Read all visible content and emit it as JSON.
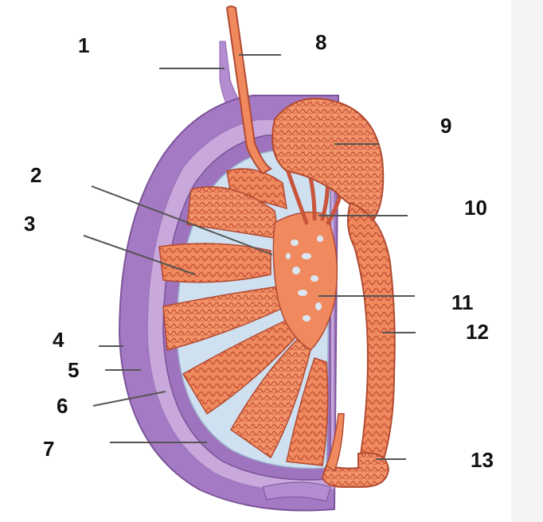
{
  "colors": {
    "tunica_outer": "#a47ac4",
    "tunica_light": "#c9a8dc",
    "cavity": "#cfe0f0",
    "tubule": "#f08a5e",
    "tubule_dark": "#c9543a",
    "leader": "#555555"
  },
  "labels": [
    {
      "id": "1",
      "text": "1"
    },
    {
      "id": "2",
      "text": "2"
    },
    {
      "id": "3",
      "text": "3"
    },
    {
      "id": "4",
      "text": "4"
    },
    {
      "id": "5",
      "text": "5"
    },
    {
      "id": "6",
      "text": "6"
    },
    {
      "id": "7",
      "text": "7"
    },
    {
      "id": "8",
      "text": "8"
    },
    {
      "id": "9",
      "text": "9"
    },
    {
      "id": "10",
      "text": "10"
    },
    {
      "id": "11",
      "text": "11"
    },
    {
      "id": "12",
      "text": "12"
    },
    {
      "id": "13",
      "text": "13"
    }
  ]
}
